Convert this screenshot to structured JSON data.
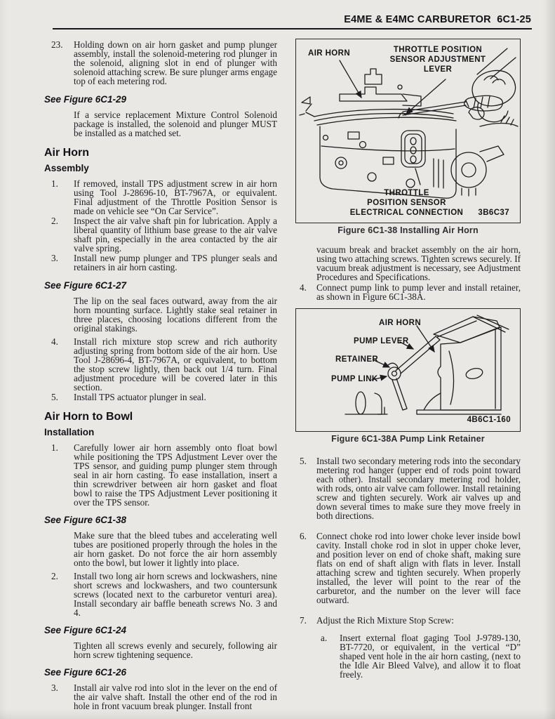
{
  "colors": {
    "paper": "#e9e8e4",
    "ink": "#202026"
  },
  "header": {
    "title": "E4ME & E4MC CARBURETOR  6C1-25"
  },
  "left": {
    "item23": {
      "num": "23.",
      "text": "Holding down on air horn gasket and pump plunger assembly, install the solenoid-metering rod plunger in the solenoid, aligning slot in end of plunger with solenoid attaching screw. Be sure plunger arms engage top of each metering rod."
    },
    "see1": "See Figure 6C1-29",
    "see1_para": "If a service replacement Mixture Control Solenoid package is installed, the solenoid and plunger MUST be installed as a matched set.",
    "h1": "Air Horn",
    "h1_sub": "Assembly",
    "asm1": {
      "num": "1.",
      "text": "If removed, install TPS adjustment screw in air horn using Tool J-28696-10, BT-7967A, or equivalent. Final adjustment of the Throttle Position Sensor is made on vehicle see “On Car Service”."
    },
    "asm2": {
      "num": "2.",
      "text": "Inspect the air valve shaft pin for lubrication. Apply a liberal quantity of lithium base grease to the air valve shaft pin, especially in the area contacted by the air valve spring."
    },
    "asm3": {
      "num": "3.",
      "text": "Install new pump plunger and TPS plunger seals and retainers in air horn casting."
    },
    "see2": "See Figure 6C1-27",
    "see2_para": "The lip on the seal faces outward, away from the air horn mounting surface. Lightly stake seal retainer in three places, choosing locations different from the original stakings.",
    "asm4": {
      "num": "4.",
      "text": "Install rich mixture stop screw and rich authority adjusting spring from bottom side of the air horn. Use Tool J-28696-4, BT-7967A, or equivalent, to bottom the stop screw lightly, then back out 1/4 turn. Final adjustment procedure will be covered later in this section."
    },
    "asm5": {
      "num": "5.",
      "text": "Install TPS actuator plunger in seal."
    },
    "h2": "Air Horn to Bowl",
    "h2_sub": "Installation",
    "inst1": {
      "num": "1.",
      "text": "Carefully lower air horn assembly onto float bowl while positioning the TPS Adjustment Lever over the TPS sensor, and guiding pump plunger stem through seal in air horn casting. To ease installation, insert a thin screwdriver between air horn gasket and float bowl to raise the TPS Adjustment Lever positioning it over the TPS sensor."
    },
    "see3": "See Figure 6C1-38",
    "see3_para": "Make sure that the bleed tubes and accelerating well tubes are positioned properly through the holes in the air horn gasket. Do not force the air horn assembly onto the bowl, but lower it lightly into place.",
    "inst2": {
      "num": "2.",
      "text": "Install two long air horn screws and lockwashers, nine short screws and lockwashers, and two countersunk screws (located next to the carburetor venturi area). Install secondary air baffle beneath screws No. 3 and 4."
    },
    "see4": "See Figure 6C1-24",
    "see4_para": "Tighten all screws evenly and securely, following air horn screw tightening sequence.",
    "see5": "See Figure 6C1-26",
    "inst3": {
      "num": "3.",
      "text": "Install air valve rod into slot in the lever on the end of the air valve shaft. Install the other end of the rod in hole in front vacuum break plunger. Install front"
    }
  },
  "right": {
    "fig1": {
      "air_horn": "AIR HORN",
      "lever_lines": [
        "THROTTLE POSITION",
        "SENSOR ADJUSTMENT",
        "LEVER"
      ],
      "conn_lines": [
        "THROTTLE",
        "POSITION SENSOR",
        "ELECTRICAL CONNECTION"
      ],
      "code": "3B6C37",
      "caption": "Figure 6C1-38 Installing Air Horn"
    },
    "para_cont": "vacuum break and bracket assembly on the air horn, using two attaching screws. Tighten screws securely. If vacuum break adjustment is necessary, see Adjustment Procedures and Specifications.",
    "item4": {
      "num": "4.",
      "text": "Connect pump link to pump lever and install retainer, as shown in Figure 6C1-38A."
    },
    "fig2": {
      "air_horn": "AIR HORN",
      "pump_lever": "PUMP LEVER",
      "retainer": "RETAINER",
      "pump_link": "PUMP LINK",
      "code": "4B6C1-160",
      "caption": "Figure 6C1-38A Pump Link Retainer"
    },
    "item5": {
      "num": "5.",
      "text": "Install two secondary metering rods into the secondary metering rod hanger (upper end of rods point toward each other). Install secondary metering rod holder, with rods, onto air valve cam follower. Install retaining screw and tighten securely. Work air valves up and down several times to make sure they move freely in both directions."
    },
    "item6": {
      "num": "6.",
      "text": "Connect choke rod into lower choke lever inside bowl cavity. Install choke rod in slot in upper choke lever, and position lever on end of choke shaft, making sure flats on end of shaft align with flats in lever. Install attaching screw and tighten securely. When properly installed, the lever will point to the rear of the carburetor, and the number on the lever will face outward."
    },
    "item7": {
      "num": "7.",
      "text": "Adjust the Rich Mixture Stop Screw:"
    },
    "item7a": {
      "num": "a.",
      "text": "Insert external float gaging Tool J-9789-130, BT-7720, or equivalent, in the vertical “D” shaped vent hole in the air horn casting, (next to the Idle Air Bleed Valve), and allow it to float freely."
    }
  }
}
